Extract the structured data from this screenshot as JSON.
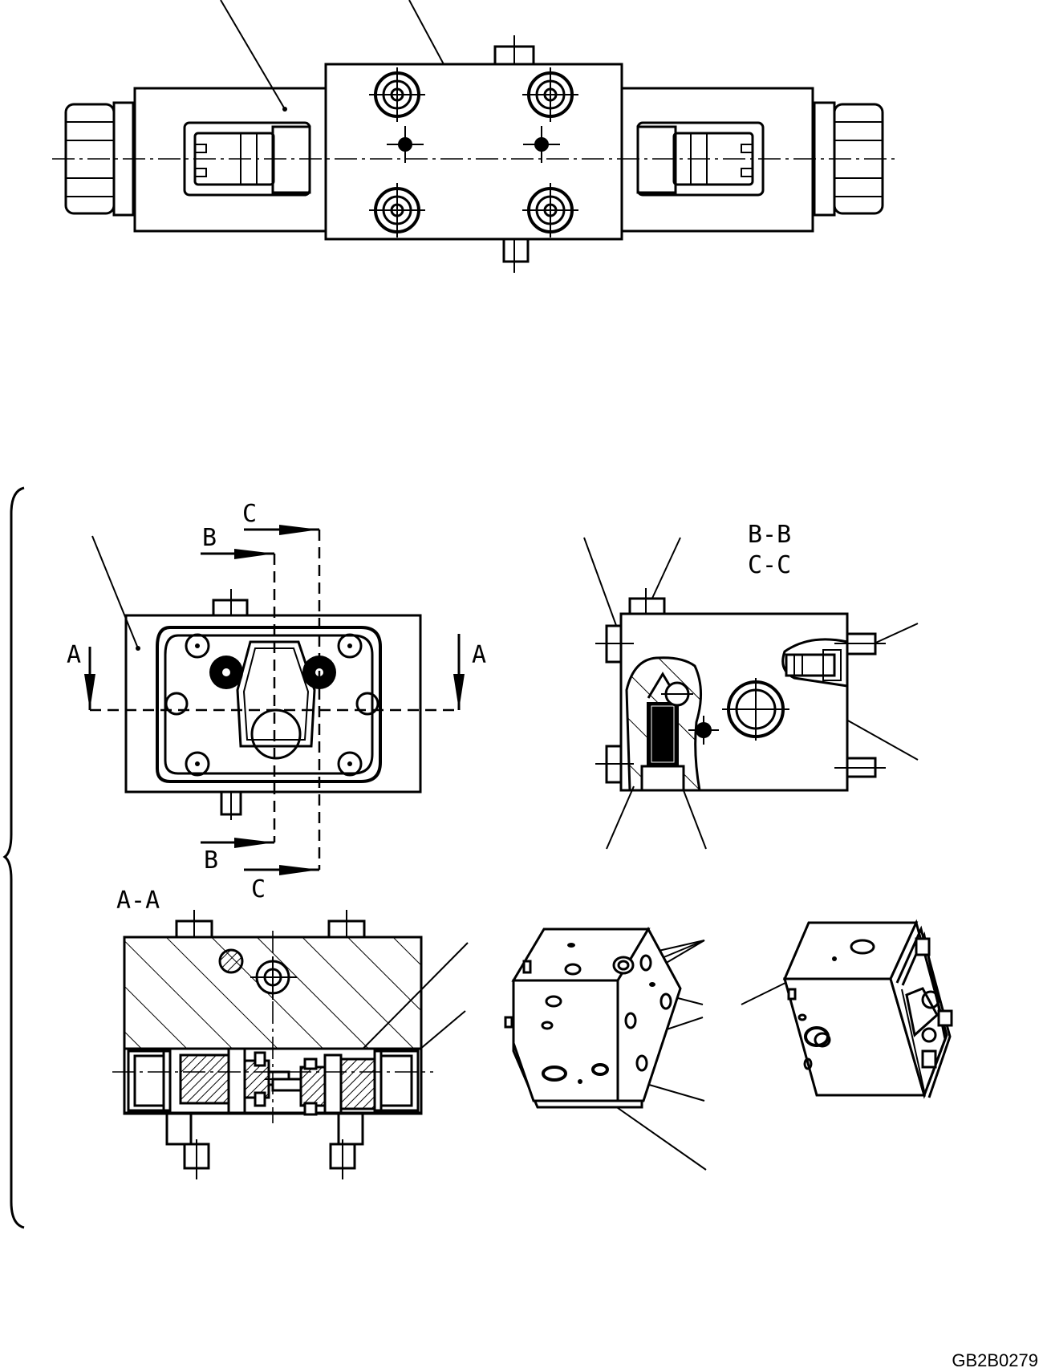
{
  "labels": {
    "section_a_left": "A",
    "section_a_right": "A",
    "section_b_top": "B",
    "section_b_bottom": "B",
    "section_c_top": "C",
    "section_c_bottom": "C",
    "view_aa": "A-A",
    "view_bb": "B-B",
    "view_cc": "C-C"
  },
  "drawing_code": "GB2B0279"
}
